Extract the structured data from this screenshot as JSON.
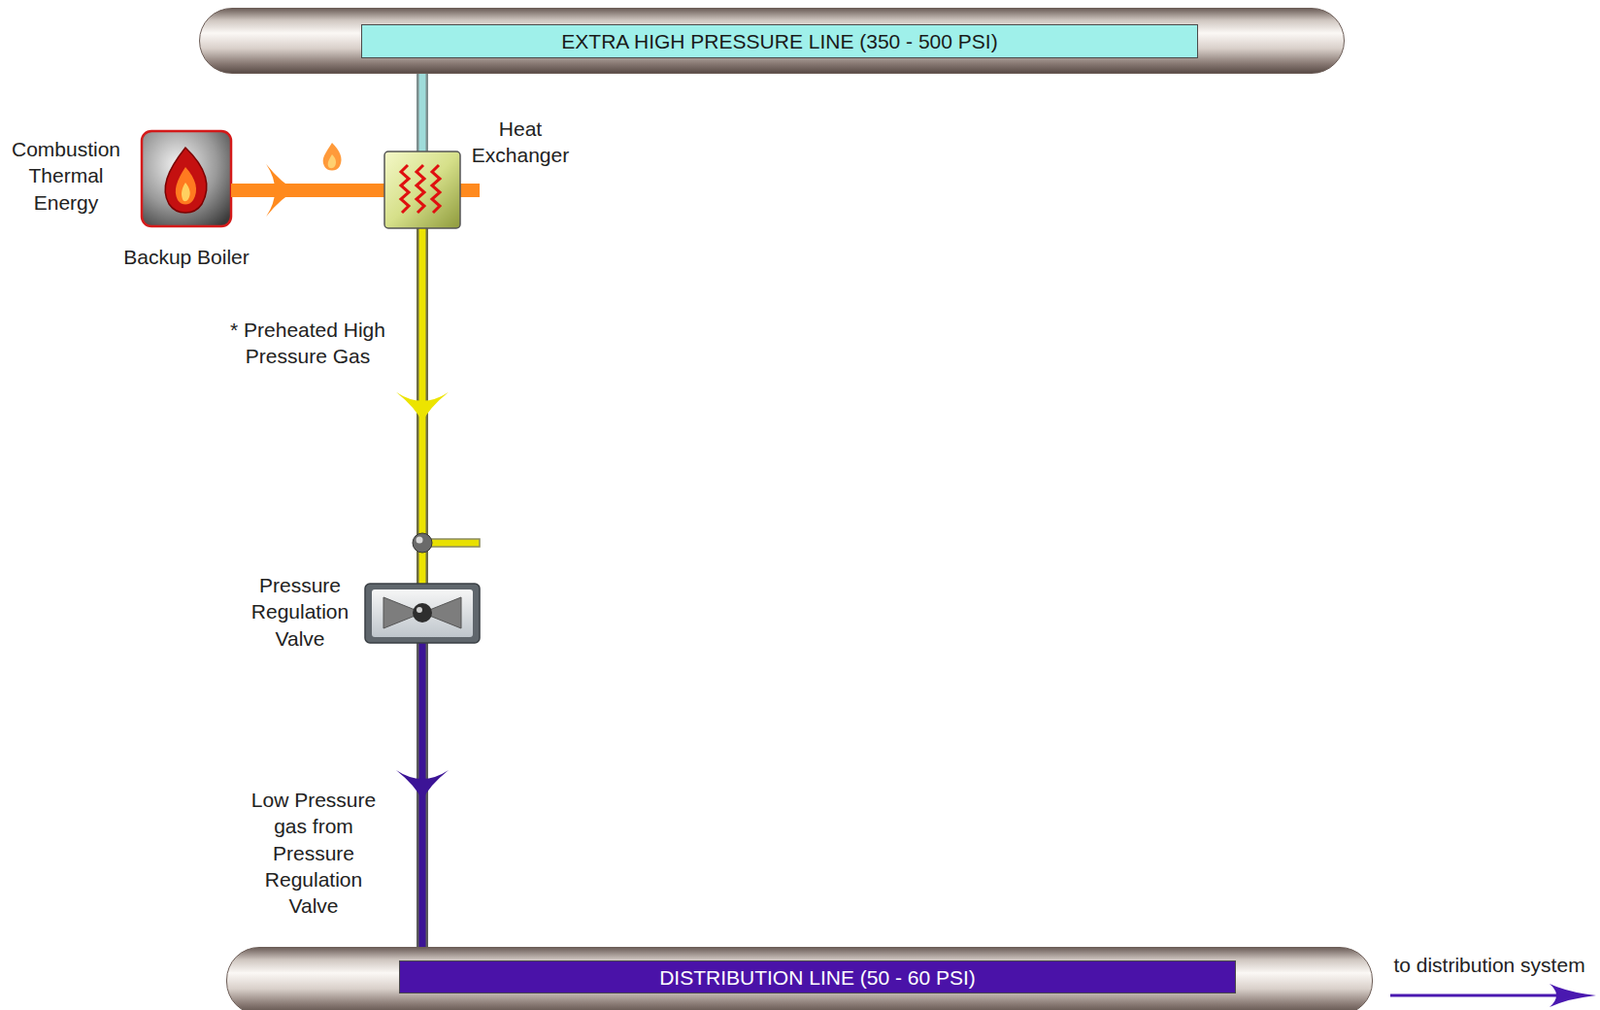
{
  "diagram": {
    "nodes": [
      {
        "text": [
          "EXTRA HIGH PRESSURE LINE (350 - 500 PSI)"
        ]
      },
      {
        "text": [
          "Backup Boiler"
        ]
      },
      {
        "text": [
          "Heat Exchanger"
        ]
      },
      {
        "text": [
          "Pressure Regulation Valve"
        ]
      },
      {
        "text": [
          "DISTRIBUTION LINE (50 - 60 PSI)"
        ]
      }
    ],
    "edges": [
      {
        "from": 0,
        "to": 2,
        "arrow": "none"
      },
      {
        "from": 1,
        "to": 2,
        "arrow": "to"
      },
      {
        "from": 2,
        "to": 3,
        "arrow": "to"
      },
      {
        "from": 3,
        "to": 4,
        "arrow": "to"
      }
    ],
    "labels": [
      "Combustion Thermal Energy",
      "* Preheated High Pressure Gas",
      "Low Pressure gas from Pressure Regulation Valve",
      "to distribution system"
    ]
  }
}
